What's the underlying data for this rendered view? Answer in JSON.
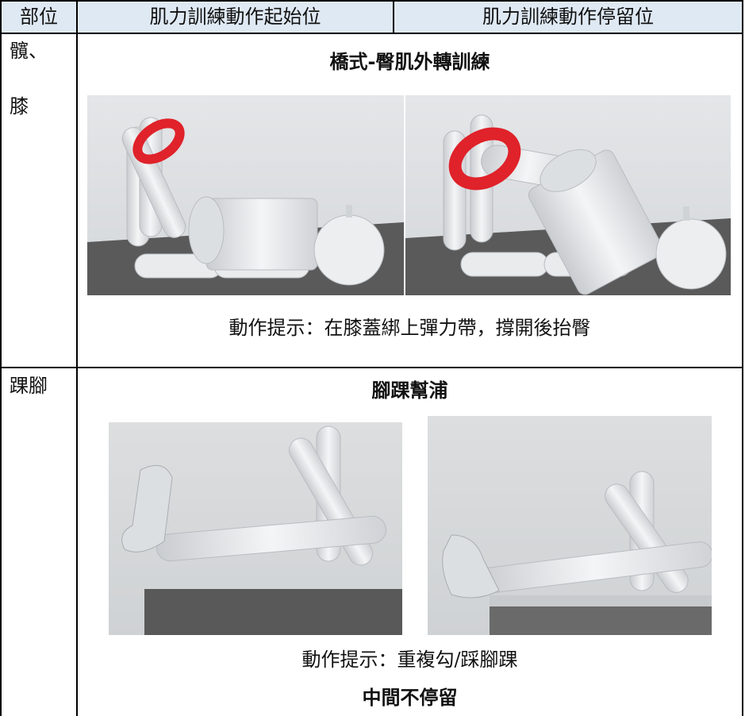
{
  "header": {
    "col_part": "部位",
    "col_start": "肌力訓練動作起始位",
    "col_hold": "肌力訓練動作停留位"
  },
  "rows": [
    {
      "part_line1": "髖、",
      "part_line2": "膝",
      "exercise_title": "橋式-臀肌外轉訓練",
      "hint": "動作提示：在膝蓋綁上彈力帶，撐開後抬臀"
    },
    {
      "part_line1": "踝腳",
      "exercise_title": "腳踝幫浦",
      "hint": "動作提示：重複勾/踩腳踝",
      "hint_extra": "中間不停留"
    }
  ],
  "colors": {
    "header_bg": "#dfe9f4",
    "band": "#e0222a",
    "mannequin": "#e8eaec",
    "floor": "#555555"
  },
  "icons": [
    "bridge-start-illustration",
    "bridge-hold-illustration",
    "ankle-start-illustration",
    "ankle-hold-illustration"
  ]
}
